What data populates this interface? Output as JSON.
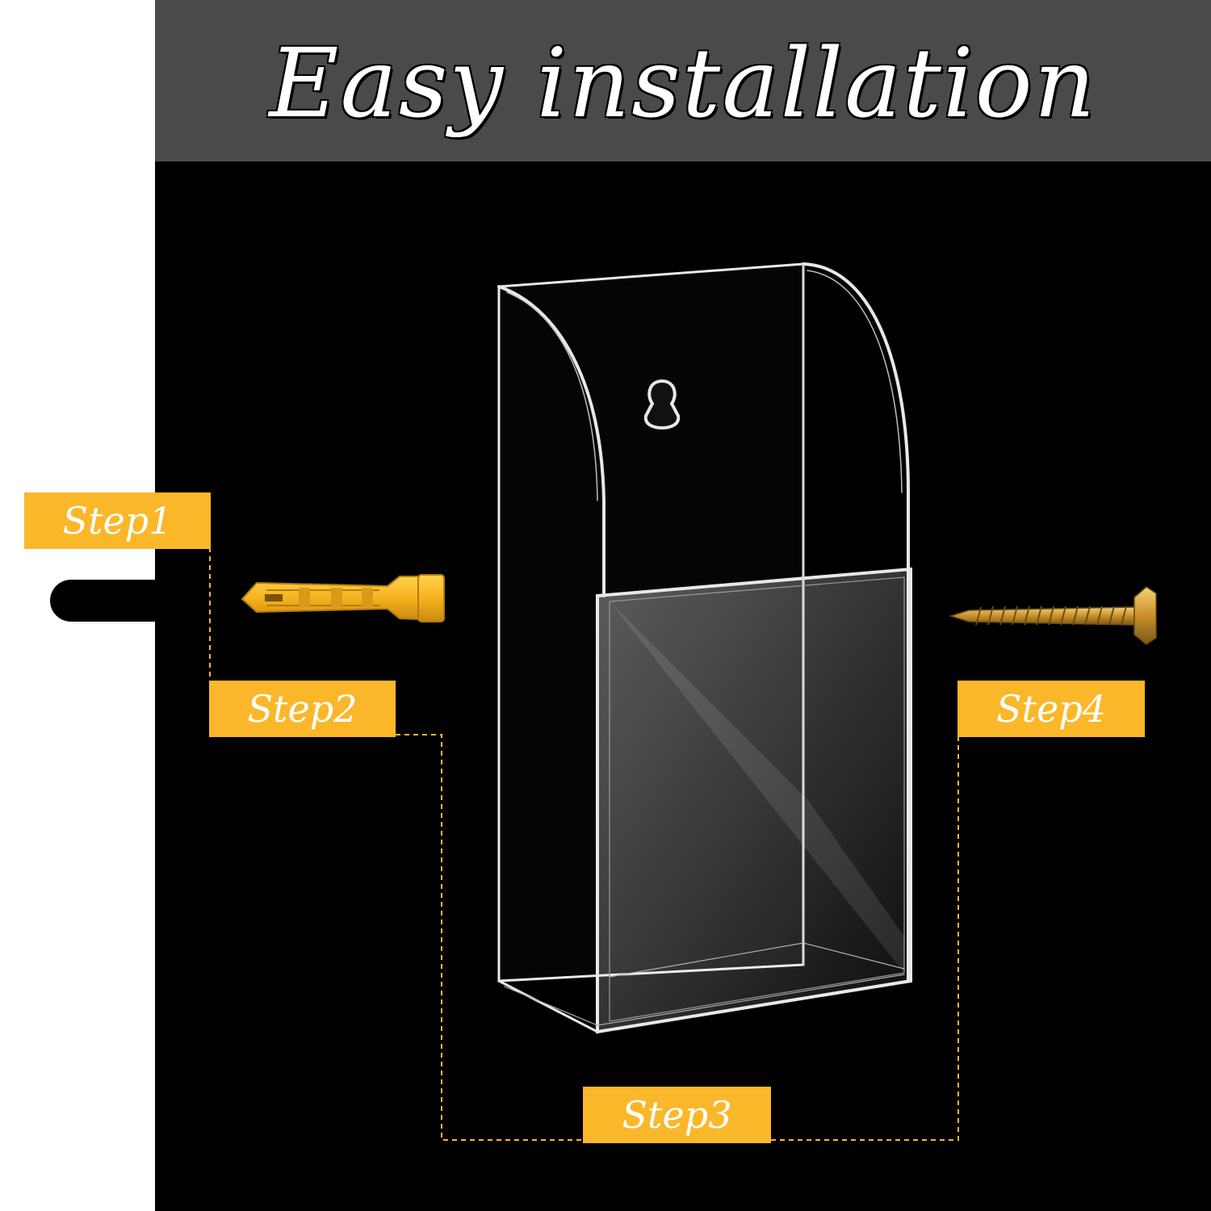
{
  "title": "Easy installation",
  "steps": [
    {
      "label": "Step1"
    },
    {
      "label": "Step2"
    },
    {
      "label": "Step3"
    },
    {
      "label": "Step4"
    }
  ],
  "colors": {
    "label_background": "#fbb72a",
    "title_band": "#4a4a4a",
    "panel": "#000000",
    "connector": "#fbb72a",
    "anchor": "#f6b21f",
    "screw": "#c98f2a"
  },
  "icons": [
    "wall-anchor-icon",
    "screw-icon",
    "keyhole-icon"
  ]
}
